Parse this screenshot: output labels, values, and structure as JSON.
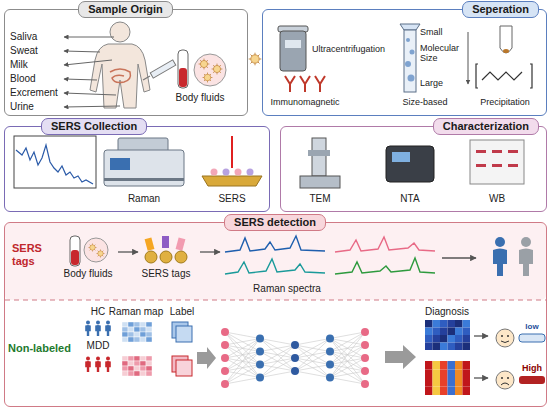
{
  "diagram": {
    "nodes": [
      {
        "text": [
          "Sample Origin"
        ]
      },
      {
        "text": [
          "Seperation"
        ]
      },
      {
        "text": [
          "SERS Collection"
        ]
      },
      {
        "text": [
          "Characterization"
        ]
      },
      {
        "text": [
          "SERS detection"
        ]
      }
    ],
    "labels": [
      "Saliva",
      "Sweat",
      "Milk",
      "Blood",
      "Excrement",
      "Urine",
      "Body fluids",
      "Ultracentrifugation",
      "Immunomagnetic",
      "Small",
      "Molecular Size",
      "Large",
      "Size-based",
      "Precipitation",
      "Raman",
      "SERS",
      "TEM",
      "NTA",
      "WB",
      "SERS tags",
      "Non-labeled",
      "Body fluids",
      "SERS tags",
      "Raman spectra",
      "HC",
      "MDD",
      "Raman map",
      "Label",
      "Diagnosis",
      "low",
      "High"
    ]
  }
}
